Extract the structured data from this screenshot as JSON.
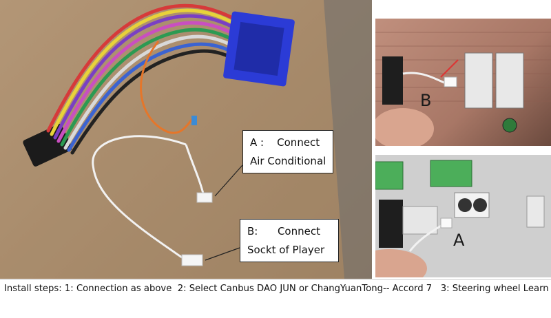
{
  "callouts": {
    "a": {
      "line1": "A :    Connect",
      "line2": "Air Conditional"
    },
    "b": {
      "line1": "B:      Connect",
      "line2": "Sockt of Player"
    }
  },
  "photo_labels": {
    "b": "B",
    "a": "A"
  },
  "caption": "Install steps: 1: Connection as above  2: Select Canbus DAO JUN or ChangYuanTong-- Accord 7   3: Steering wheel Learn",
  "colors": {
    "connector_blue": "#2b3bd6",
    "callout_border": "#222222",
    "background": "#ffffff"
  }
}
